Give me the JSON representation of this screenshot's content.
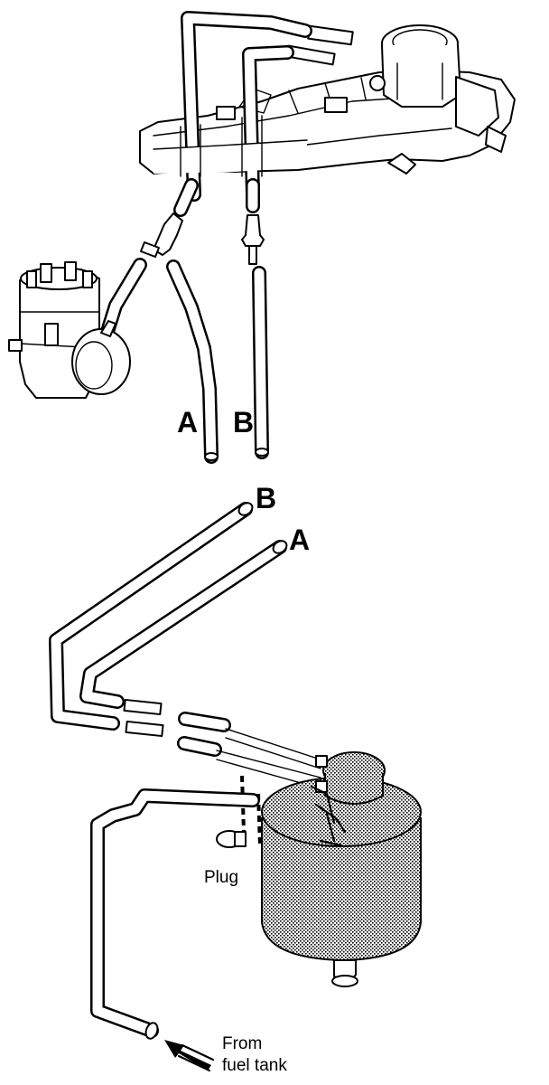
{
  "labels": {
    "hose_a_top": "A",
    "hose_b_top": "B",
    "hose_b_bottom": "B",
    "hose_a_bottom": "A",
    "plug": "Plug",
    "from_line1": "From",
    "from_line2": "fuel tank"
  },
  "colors": {
    "ink": "#000000",
    "canister_shade": "#9a9a9a",
    "background": "#ffffff"
  }
}
